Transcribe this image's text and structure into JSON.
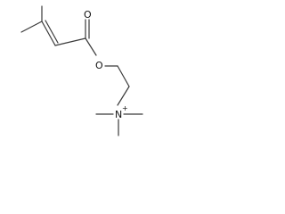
{
  "molecule": {
    "atoms": {
      "carbonyl_oxygen": "O",
      "ester_oxygen": "O",
      "nitrogen": "N",
      "nitrogen_charge": "+"
    }
  },
  "colors": {
    "bond": "#3a3a3a",
    "label": "#111111",
    "background": "#ffffff"
  }
}
